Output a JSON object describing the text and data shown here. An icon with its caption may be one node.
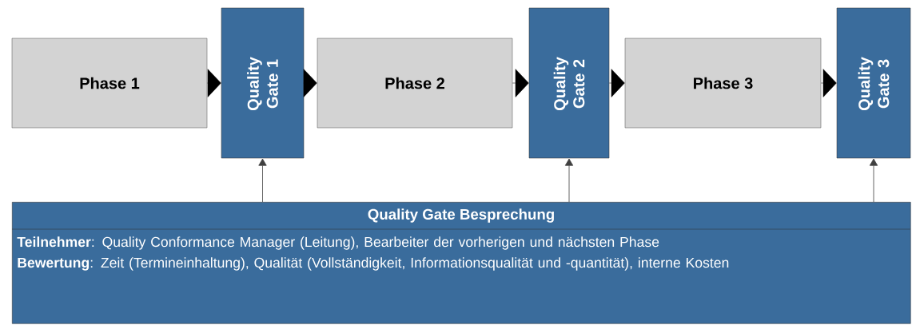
{
  "diagram": {
    "nodes": [
      {
        "text": [
          "Phase 1"
        ]
      },
      {
        "text": [
          "Quality Gate 1"
        ]
      },
      {
        "text": [
          "Phase 2"
        ]
      },
      {
        "text": [
          "Quality Gate 2"
        ]
      },
      {
        "text": [
          "Phase 3"
        ]
      },
      {
        "text": [
          "Quality Gate 3"
        ]
      },
      {
        "text": [
          "Quality Gate Besprechung",
          "**Teilnehmer**: Quality Conformance Manager (Leitung), Bearbeiter der vorherigen und nächsten Phase",
          "**Bewertung**: Zeit (Termineinhaltung), Qualität (Vollständigkeit, Informationsqualität und -quantität), interne Kosten"
        ]
      }
    ],
    "edges": [
      {
        "from": 0,
        "to": 1,
        "arrow": "to"
      },
      {
        "from": 1,
        "to": 2,
        "arrow": "to"
      },
      {
        "from": 2,
        "to": 3,
        "arrow": "to"
      },
      {
        "from": 3,
        "to": 4,
        "arrow": "to"
      },
      {
        "from": 4,
        "to": 5,
        "arrow": "to"
      },
      {
        "from": 6,
        "to": 1,
        "arrow": "to"
      },
      {
        "from": 6,
        "to": 3,
        "arrow": "to"
      },
      {
        "from": 6,
        "to": 5,
        "arrow": "to"
      }
    ]
  }
}
